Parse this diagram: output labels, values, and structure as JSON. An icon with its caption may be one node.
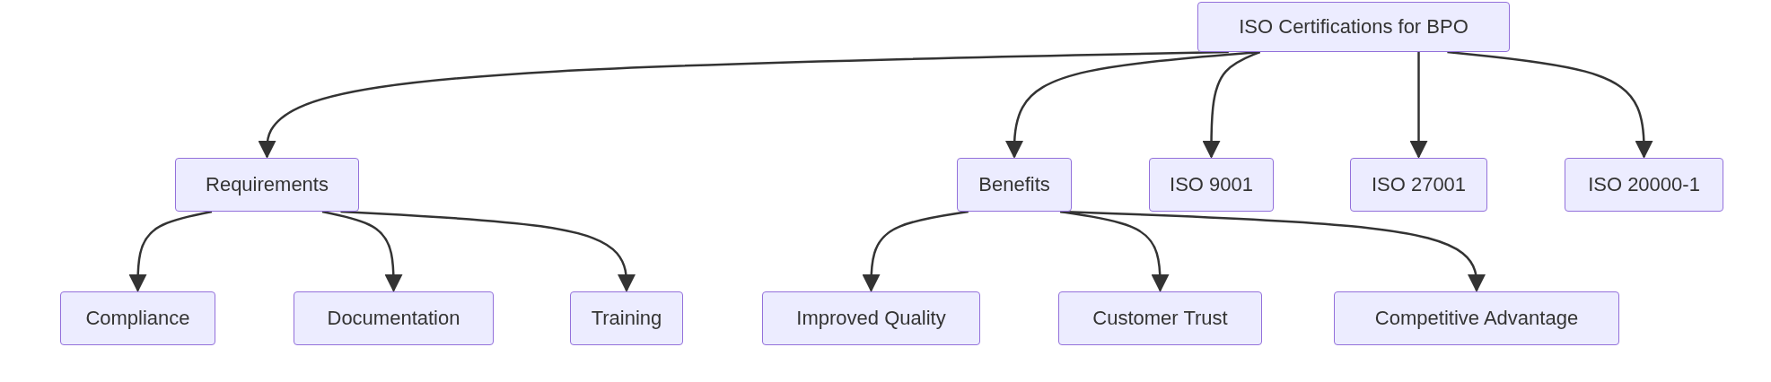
{
  "diagram": {
    "nodes": [
      {
        "text": [
          "ISO Certifications for BPO"
        ]
      },
      {
        "text": [
          "Requirements"
        ]
      },
      {
        "text": [
          "Benefits"
        ]
      },
      {
        "text": [
          "ISO 9001"
        ]
      },
      {
        "text": [
          "ISO 27001"
        ]
      },
      {
        "text": [
          "ISO 20000-1"
        ]
      },
      {
        "text": [
          "Compliance"
        ]
      },
      {
        "text": [
          "Documentation"
        ]
      },
      {
        "text": [
          "Training"
        ]
      },
      {
        "text": [
          "Improved Quality"
        ]
      },
      {
        "text": [
          "Customer Trust"
        ]
      },
      {
        "text": [
          "Competitive Advantage"
        ]
      }
    ],
    "edges": [
      {
        "from": 0,
        "to": 1,
        "arrow": "to"
      },
      {
        "from": 0,
        "to": 2,
        "arrow": "to"
      },
      {
        "from": 0,
        "to": 3,
        "arrow": "to"
      },
      {
        "from": 0,
        "to": 4,
        "arrow": "to"
      },
      {
        "from": 0,
        "to": 5,
        "arrow": "to"
      },
      {
        "from": 1,
        "to": 6,
        "arrow": "to"
      },
      {
        "from": 1,
        "to": 7,
        "arrow": "to"
      },
      {
        "from": 1,
        "to": 8,
        "arrow": "to"
      },
      {
        "from": 2,
        "to": 9,
        "arrow": "to"
      },
      {
        "from": 2,
        "to": 10,
        "arrow": "to"
      },
      {
        "from": 2,
        "to": 11,
        "arrow": "to"
      }
    ]
  }
}
